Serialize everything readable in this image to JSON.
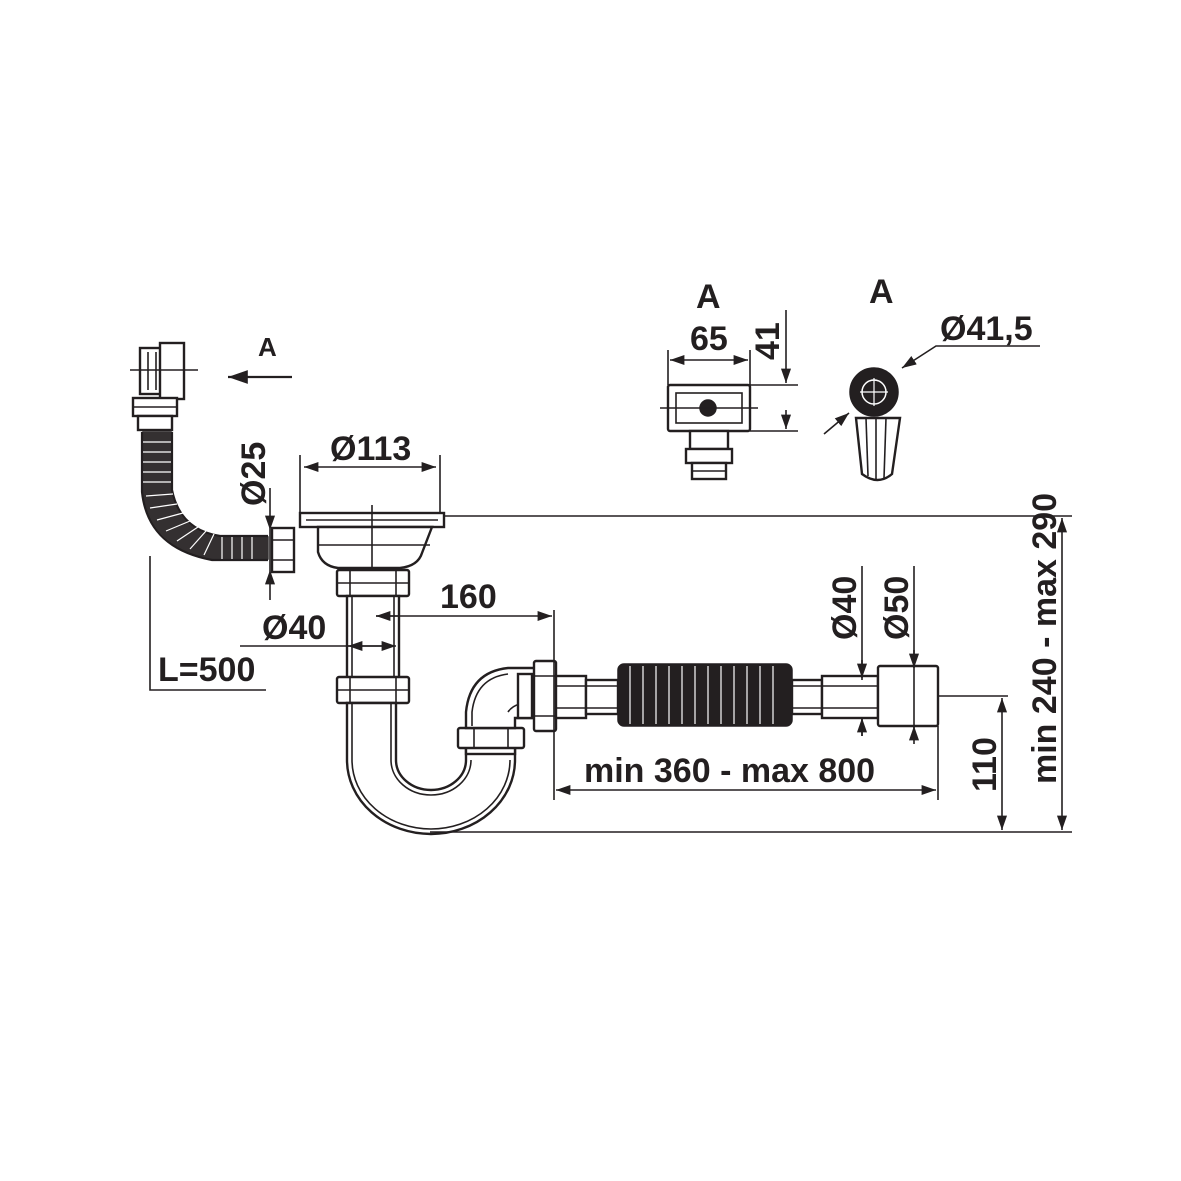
{
  "colors": {
    "ink": "#231f20",
    "background": "#ffffff"
  },
  "view_marker": "A",
  "views": {
    "front": {
      "title": "A",
      "width": "65",
      "height": "41"
    },
    "side": {
      "title": "A",
      "diameter": "Ø41,5"
    }
  },
  "dimensions": {
    "overflow_hose_diameter": "Ø25",
    "basket_diameter": "Ø113",
    "overflow_hose_length": "L=500",
    "trap_pipe_diameter": "Ø40",
    "trap_offset": "160",
    "outlet_inner_diameter": "Ø40",
    "outlet_outer_diameter": "Ø50",
    "outlet_length": "min 360 - max 800",
    "outlet_height": "110",
    "total_height": "min 240 - max 290"
  }
}
